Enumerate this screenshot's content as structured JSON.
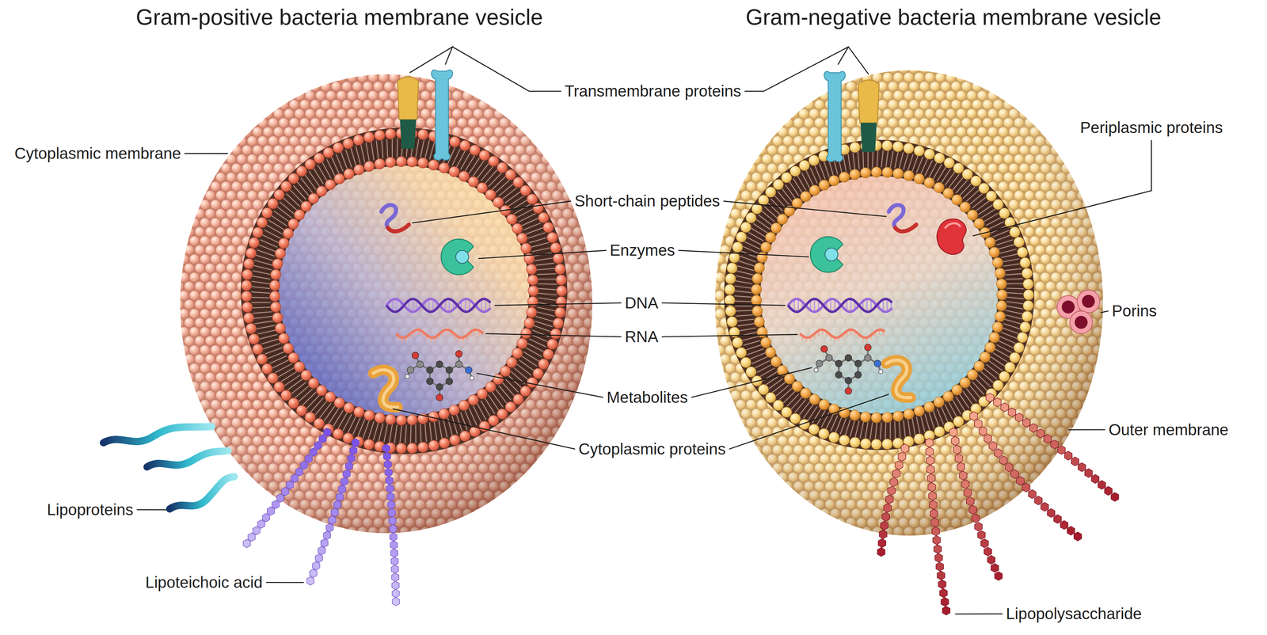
{
  "diagram": {
    "nodes": [
      {
        "text": [
          "Gram-positive bacteria membrane vesicle"
        ]
      },
      {
        "text": [
          "Gram-negative bacteria membrane vesicle"
        ]
      }
    ],
    "labels": [
      "Transmembrane proteins",
      "Periplasmic proteins",
      "Cytoplasmic membrane",
      "Short-chain peptides",
      "Enzymes",
      "DNA",
      "Porins",
      "RNA",
      "Metabolites",
      "Outer membrane",
      "Cytoplasmic proteins",
      "Lipoproteins",
      "Lipoteichoic acid",
      "Lipopolysaccharide"
    ]
  }
}
